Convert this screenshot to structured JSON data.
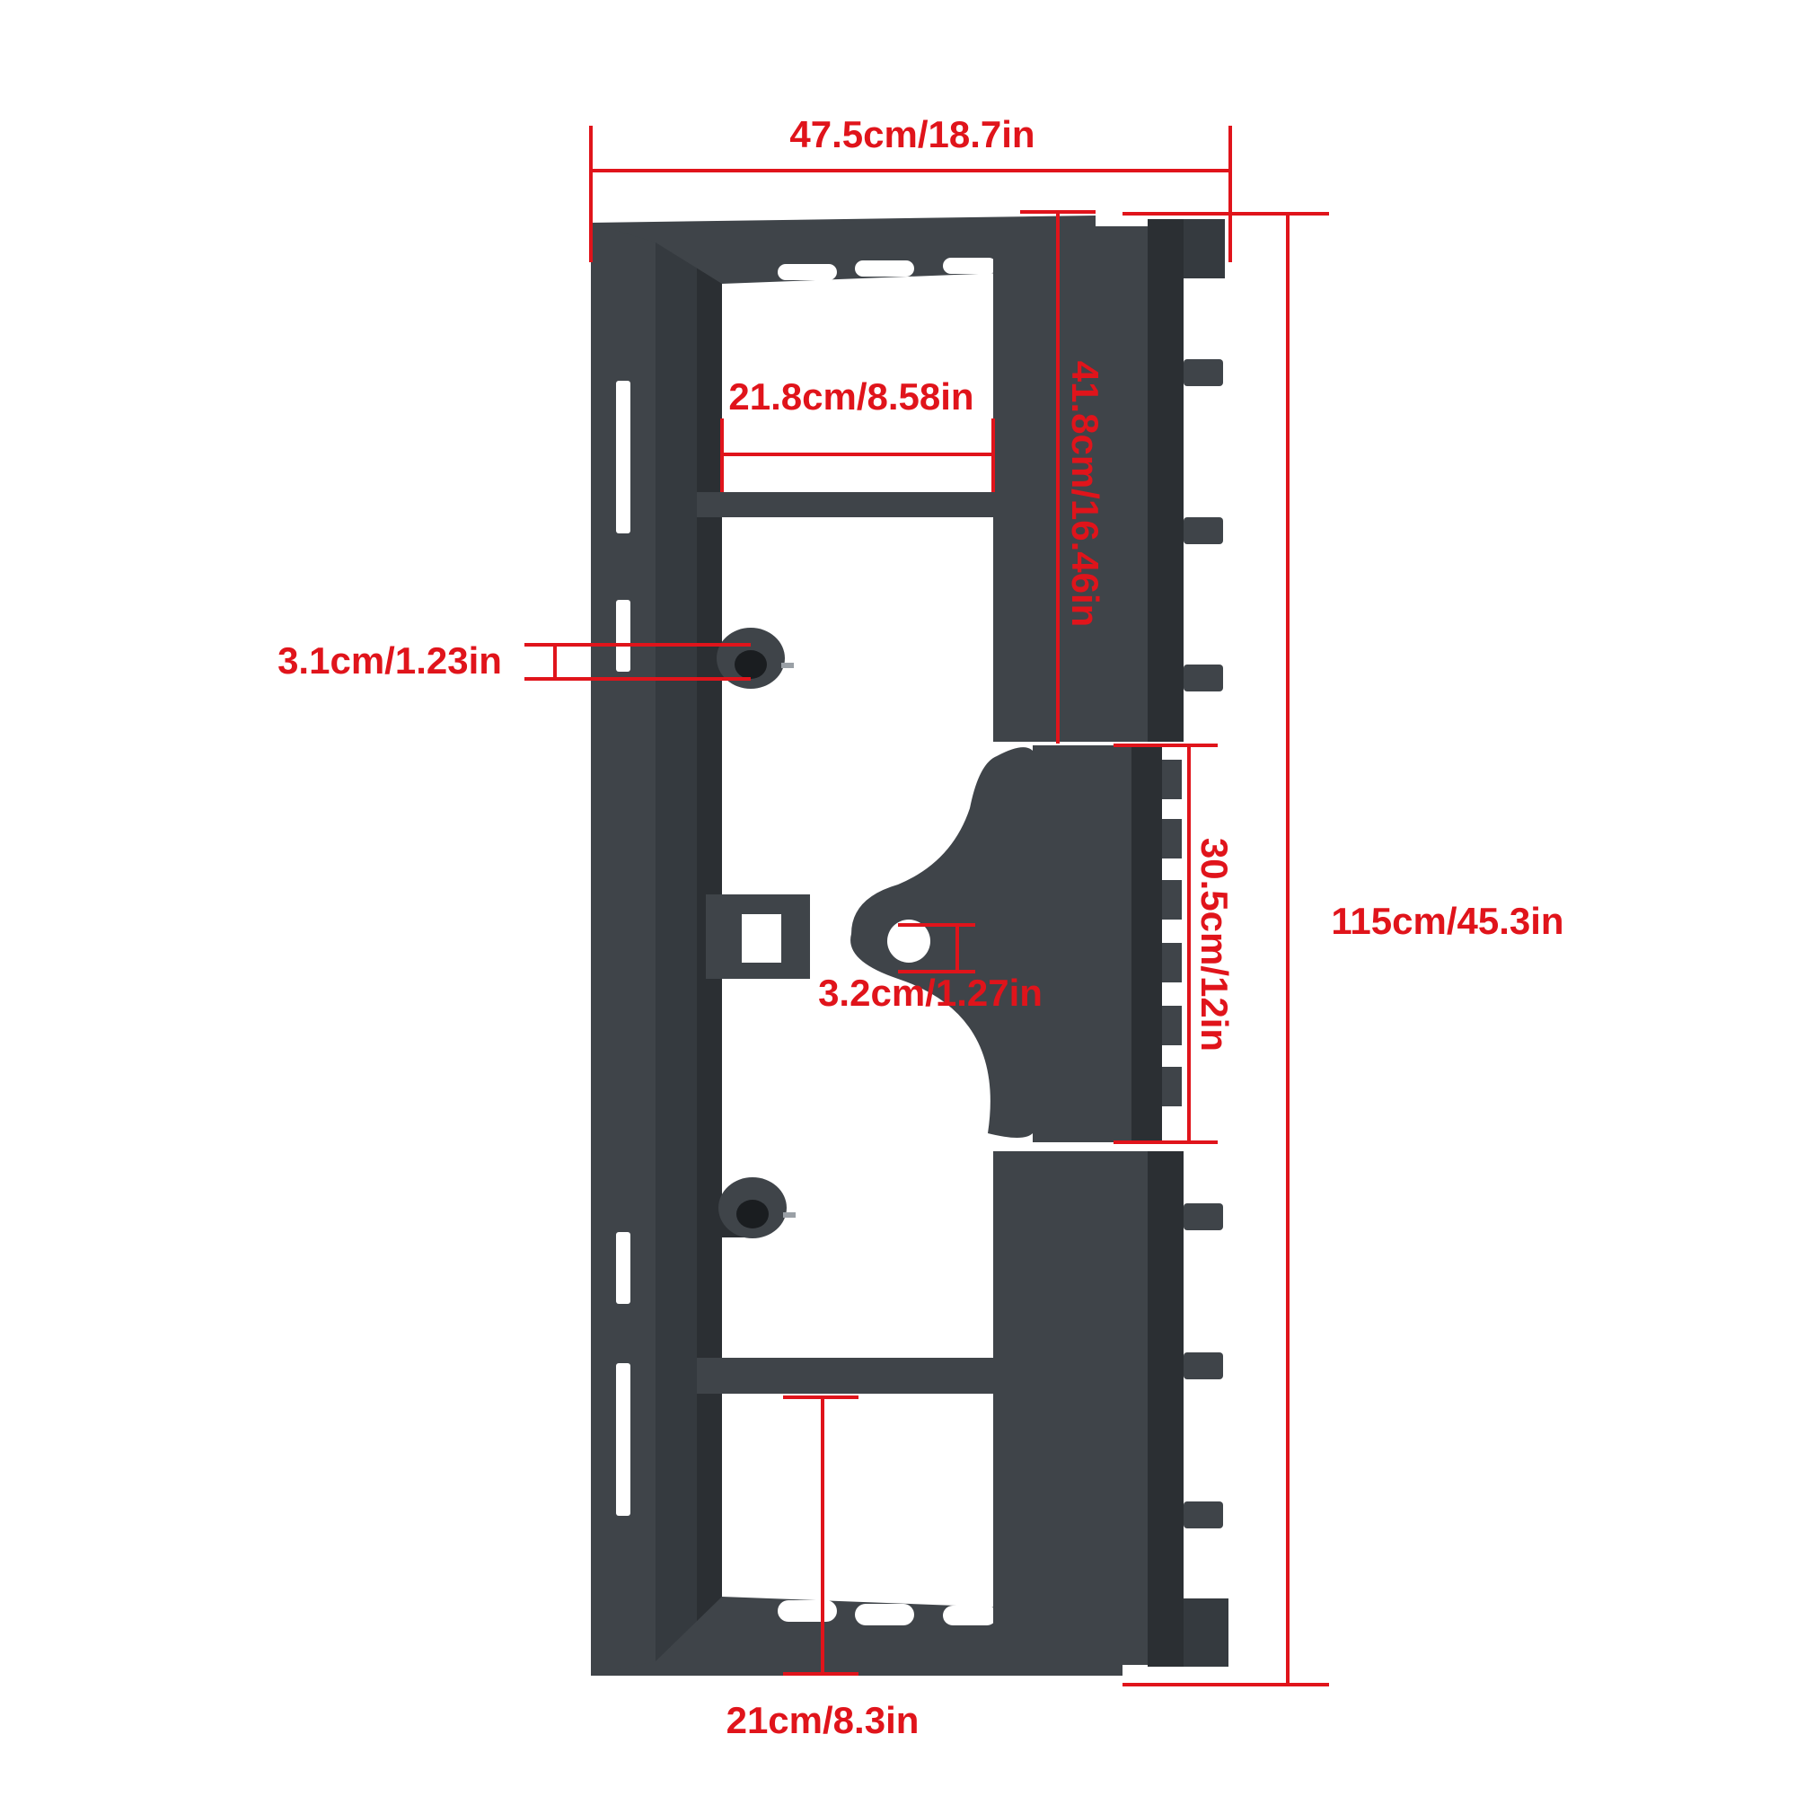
{
  "product": {
    "name": "Skid steer quick attach mount plate",
    "colors": {
      "frame": "#3f4449",
      "frame_dark": "#2b2f33",
      "frame_light": "#565b61",
      "dimension": "#e0141b",
      "background": "#ffffff"
    }
  },
  "dimensions": {
    "overall_width": "47.5cm/18.7in",
    "overall_height": "115cm/45.3in",
    "inner_opening_width": "21.8cm/8.58in",
    "upper_plate_height": "41.8cm/16.46in",
    "center_plate_height": "30.5cm/12in",
    "pin_hole_diameter": "3.2cm/1.27in",
    "pin_sleeve_diameter": "3.1cm/1.23in",
    "bottom_opening_height": "21cm/8.3in"
  }
}
